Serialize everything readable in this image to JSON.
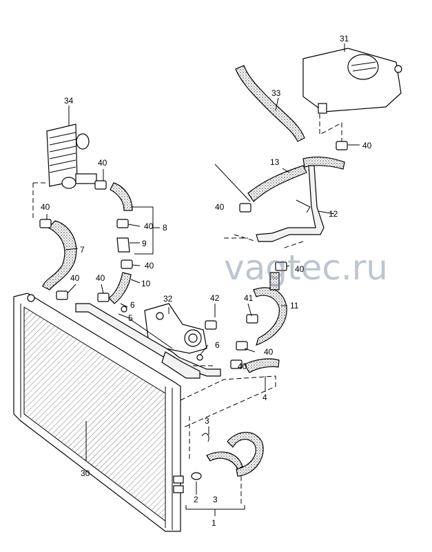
{
  "watermark": "vagtec.ru",
  "callouts": {
    "c1": "1",
    "c2": "2",
    "c3a": "3",
    "c3b": "3",
    "c4": "4",
    "c5": "5",
    "c6a": "6",
    "c6b": "6",
    "c7": "7",
    "c8": "8",
    "c9": "9",
    "c10": "10",
    "c11": "11",
    "c12": "12",
    "c13": "13",
    "c30": "30",
    "c31": "31",
    "c32": "32",
    "c33": "33",
    "c34": "34",
    "c40a": "40",
    "c40b": "40",
    "c40c": "40",
    "c40d": "40",
    "c40e": "40",
    "c40f": "40",
    "c40g": "40",
    "c40h": "40",
    "c40i": "40",
    "c40j": "40",
    "c40k": "40",
    "c41": "41",
    "c42": "42"
  }
}
